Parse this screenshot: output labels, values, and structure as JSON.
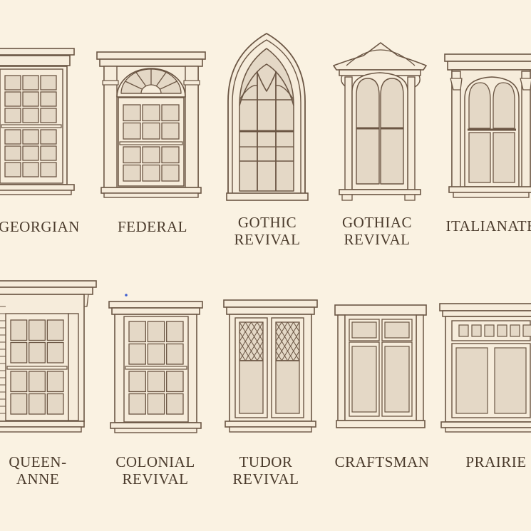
{
  "colors": {
    "background": "#faf2e2",
    "stroke": "#6b5644",
    "frame_fill": "#f6ecdb",
    "glass": "#e4d8c6",
    "text": "#4b3b2c"
  },
  "windows": [
    {
      "id": "georgian",
      "lines": [
        "GEORGIAN"
      ],
      "text": "GEORGIAN"
    },
    {
      "id": "federal",
      "lines": [
        "FEDERAL"
      ],
      "text": "FEDERAL"
    },
    {
      "id": "gothic-revival",
      "lines": [
        "GOTHIC",
        "REVIVAL"
      ],
      "text": "GOTHIC REVIVAL"
    },
    {
      "id": "gothiac-revival",
      "lines": [
        "GOTHIAC",
        "REVIVAL"
      ],
      "text": "GOTHIAC REVIVAL"
    },
    {
      "id": "italianate",
      "lines": [
        "ITALIANATE"
      ],
      "text": "ITALIANATE"
    },
    {
      "id": "queen-anne",
      "lines": [
        "QUEEN-",
        "ANNE"
      ],
      "text": "QUEEN-ANNE"
    },
    {
      "id": "colonial-revival",
      "lines": [
        "COLONIAL",
        "REVIVAL"
      ],
      "text": "COLONIAL REVIVAL"
    },
    {
      "id": "tudor-revival",
      "lines": [
        "TUDOR",
        "REVIVAL"
      ],
      "text": "TUDOR REVIVAL"
    },
    {
      "id": "craftsman",
      "lines": [
        "CRAFTSMAN"
      ],
      "text": "CRAFTSMAN"
    },
    {
      "id": "prairie",
      "lines": [
        "PRAIRIE"
      ],
      "text": "PRAIRIE"
    }
  ]
}
